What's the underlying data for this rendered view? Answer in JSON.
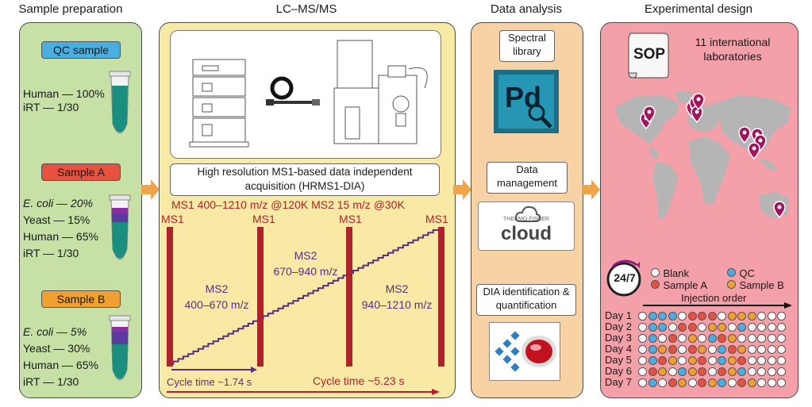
{
  "headers": {
    "sample_prep": "Sample preparation",
    "lcms": "LC–MS/MS",
    "analysis": "Data analysis",
    "design": "Experimental design"
  },
  "samples": {
    "qc": {
      "label": "QC sample",
      "color": "#4aaee0",
      "lines": [
        "Human — 100%",
        "iRT — 1/30"
      ]
    },
    "a": {
      "label": "Sample A",
      "color": "#e8513f",
      "lines": [
        "E. coli — 20%",
        "Yeast — 15%",
        "Human — 65%",
        "iRT — 1/30"
      ]
    },
    "b": {
      "label": "Sample B",
      "color": "#f0a030",
      "lines": [
        "E. coli — 5%",
        "Yeast — 30%",
        "Human — 65%",
        "iRT — 1/30"
      ]
    }
  },
  "lcms": {
    "method_title": "High resolution MS1-based data independent acquisition (HRMS1-DIA)",
    "scan_params": "MS1 400–1210 m/z @120K MS2 15 m/z @30K",
    "ms1_label": "MS1",
    "windows": [
      "MS2\n400–670 m/z",
      "MS2\n670–940 m/z",
      "MS2\n940–1210 m/z"
    ],
    "cycle_short": "Cycle time ~1.74 s",
    "cycle_long": "Cycle time ~5.23 s"
  },
  "analysis": {
    "spectral_library": "Spectral library",
    "data_management": "Data management",
    "cloud_label": "cloud",
    "cloud_small": "THERMO FISHER",
    "dia": "DIA identification & quantification",
    "pd_label": "Pd"
  },
  "design": {
    "sop": "SOP",
    "labs": "11 international laboratories",
    "badge": "24/7",
    "legend": [
      {
        "name": "Blank",
        "color": "#ffffff"
      },
      {
        "name": "QC",
        "color": "#4aaee0"
      },
      {
        "name": "Sample A",
        "color": "#e8513f"
      },
      {
        "name": "Sample B",
        "color": "#f0a030"
      }
    ],
    "injection_order": "Injection order",
    "days": [
      {
        "label": "Day 1",
        "seq": [
          "B",
          "Q",
          "Q",
          "Q",
          "B",
          "A",
          "A",
          "A",
          "B",
          "S",
          "S",
          "S",
          "B",
          "B",
          "B"
        ]
      },
      {
        "label": "Day 2",
        "seq": [
          "B",
          "Q",
          "Q",
          "B",
          "A",
          "A",
          "B",
          "S",
          "S",
          "B",
          "Q",
          "B",
          "B",
          "B",
          "B"
        ]
      },
      {
        "label": "Day 3",
        "seq": [
          "B",
          "Q",
          "B",
          "A",
          "B",
          "S",
          "B",
          "Q",
          "A",
          "S",
          "B",
          "B",
          "B",
          "B",
          "B"
        ]
      },
      {
        "label": "Day 4",
        "seq": [
          "B",
          "Q",
          "S",
          "A",
          "B",
          "A",
          "S",
          "B",
          "Q",
          "A",
          "S",
          "B",
          "B",
          "B",
          "B"
        ]
      },
      {
        "label": "Day 5",
        "seq": [
          "B",
          "Q",
          "A",
          "S",
          "B",
          "S",
          "A",
          "B",
          "Q",
          "S",
          "A",
          "B",
          "B",
          "B",
          "B"
        ]
      },
      {
        "label": "Day 6",
        "seq": [
          "B",
          "A",
          "S",
          "B",
          "Q",
          "S",
          "A",
          "B",
          "A",
          "S",
          "Q",
          "B",
          "B",
          "B",
          "B"
        ]
      },
      {
        "label": "Day 7",
        "seq": [
          "B",
          "Q",
          "B",
          "A",
          "S",
          "B",
          "A",
          "S",
          "Q",
          "B",
          "A",
          "S",
          "B",
          "B",
          "B"
        ]
      }
    ]
  }
}
